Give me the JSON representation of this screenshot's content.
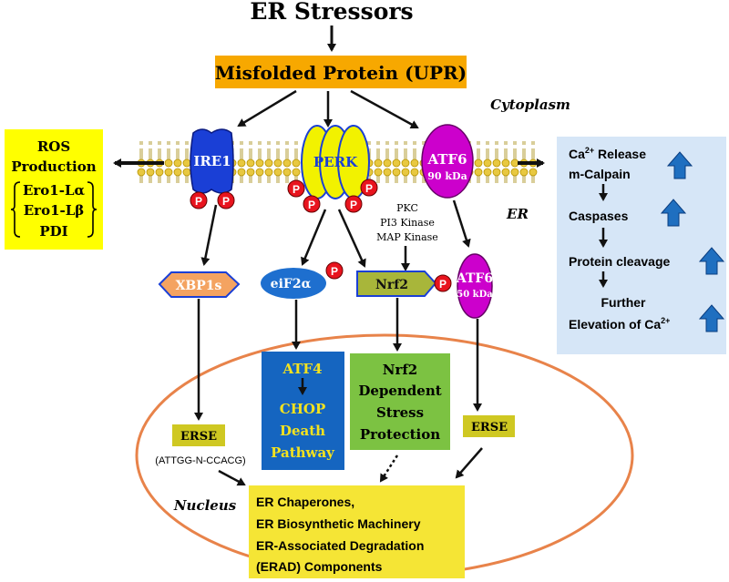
{
  "title": "ER Stressors",
  "upr_box": "Misfolded Protein (UPR)",
  "cytoplasm_label": "Cytoplasm",
  "er_label": "ER",
  "nucleus_label": "Nucleus",
  "ros_box": {
    "line1": "ROS",
    "line2": "Production",
    "item1": "Ero1-Lα",
    "item2": "Ero1-Lβ",
    "item3": "PDI"
  },
  "receptors": {
    "ire1": "IRE1",
    "perk": "PERK",
    "atf6": "ATF6",
    "atf6_size": "90 kDa"
  },
  "phospho": "P",
  "kinases": [
    "PKC",
    "PI3 Kinase",
    "MAP Kinase"
  ],
  "mediators": {
    "xbp1s": "XBP1s",
    "eif2a": "eiF2α",
    "nrf2": "Nrf2",
    "atf6_cleaved": "ATF6",
    "atf6_cleaved_size": "50 kDa"
  },
  "atf4_box": [
    "ATF4",
    "CHOP",
    "Death",
    "Pathway"
  ],
  "nrf2_box": [
    "Nrf2",
    "Dependent",
    "Stress",
    "Protection"
  ],
  "erse_left": "ERSE",
  "erse_seq": "(ATTGG-N-CCACG)",
  "erse_right": "ERSE",
  "output_box": [
    "ER Chaperones,",
    "ER Biosynthetic Machinery",
    "ER-Associated Degradation",
    "(ERAD) Components"
  ],
  "calcium_box": {
    "ca_release_1": "Ca",
    "ca_sup": "2+",
    "ca_release_2": " Release",
    "calpain": "m-Calpain",
    "caspases": "Caspases",
    "cleavage": "Protein cleavage",
    "further": "Further",
    "elevation": "Elevation of Ca",
    "elevation_sup": "2+"
  },
  "colors": {
    "upr_orange": "#f7a800",
    "ros_yellow": "#ffff00",
    "ire1_blue": "#1a3fd6",
    "perk_yellow": "#f2f200",
    "atf6_magenta": "#cc00cc",
    "atf4_blue": "#1565c0",
    "nrf2_green": "#7cc242",
    "nucleus_orange": "#e8834a",
    "output_yellow": "#f5e535",
    "calcium_blue": "#d6e6f7",
    "up_arrow_blue": "#1f6fc0",
    "xbp_orange": "#f4a361",
    "eif_blue": "#1e6fcf",
    "nrf2_olive": "#a8b63a",
    "erse_olive": "#cfc822",
    "phospho_red": "#e8141e"
  }
}
